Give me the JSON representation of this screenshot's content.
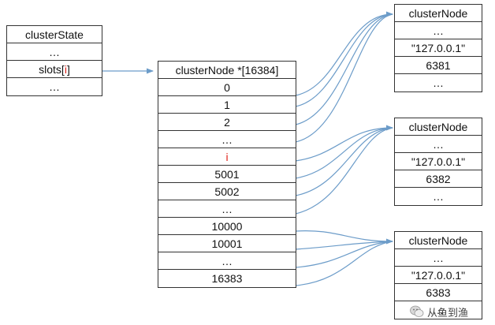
{
  "cluster_state": {
    "rows": [
      "clusterState",
      "…",
      "slots[",
      "…"
    ],
    "slot_index": "i",
    "slot_suffix": "]"
  },
  "slots_table": {
    "header": "clusterNode *[16384]",
    "rows": [
      "0",
      "1",
      "2",
      "…",
      "i",
      "5001",
      "5002",
      "…",
      "10000",
      "10001",
      "…",
      "16383"
    ],
    "highlight_row": 4
  },
  "nodes": [
    {
      "rows": [
        "clusterNode",
        "…",
        "\"127.0.0.1\"",
        "6381",
        "…"
      ]
    },
    {
      "rows": [
        "clusterNode",
        "…",
        "\"127.0.0.1\"",
        "6382",
        "…"
      ]
    },
    {
      "rows": [
        "clusterNode",
        "…",
        "\"127.0.0.1\"",
        "6383",
        "…"
      ]
    }
  ],
  "watermark": {
    "text": "从鱼到渔"
  },
  "colors": {
    "arrow": "#6c9cc9",
    "border": "#333333",
    "highlight": "#e0231b"
  }
}
